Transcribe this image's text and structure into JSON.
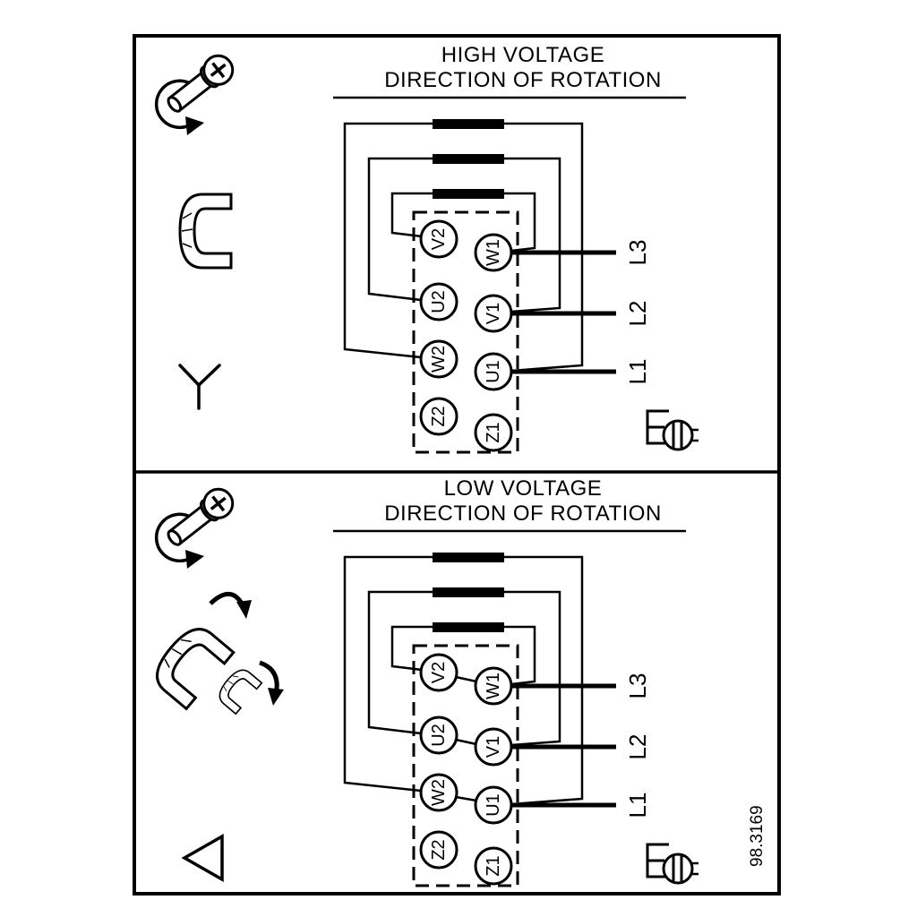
{
  "figure": {
    "ref_number": "98.3169"
  },
  "colors": {
    "ink": "#000000",
    "paper": "#ffffff"
  },
  "icons": {
    "screw_rotation": "screw-with-rotation-arrow-icon",
    "star_jumper": "terminal-jumper-bracket-icon",
    "delta_jumper": "terminal-jumper-brackets-with-move-arrows-icon",
    "star_symbol": "star-connection-symbol",
    "delta_symbol": "delta-connection-symbol",
    "screw_terminal": "screw-terminal-icon"
  },
  "panels": [
    {
      "id": "high-voltage",
      "title_line1": "HIGH VOLTAGE",
      "title_line2": "DIRECTION OF ROTATION",
      "connection": "star",
      "terminals": {
        "left": [
          "V2",
          "U2",
          "W2",
          "Z2"
        ],
        "right": [
          "W1",
          "V1",
          "U1",
          "Z1"
        ]
      },
      "supply_lines": [
        "L3",
        "L2",
        "L1"
      ]
    },
    {
      "id": "low-voltage",
      "title_line1": "LOW VOLTAGE",
      "title_line2": "DIRECTION OF ROTATION",
      "connection": "delta",
      "terminals": {
        "left": [
          "V2",
          "U2",
          "W2",
          "Z2"
        ],
        "right": [
          "W1",
          "V1",
          "U1",
          "Z1"
        ]
      },
      "supply_lines": [
        "L3",
        "L2",
        "L1"
      ]
    }
  ]
}
